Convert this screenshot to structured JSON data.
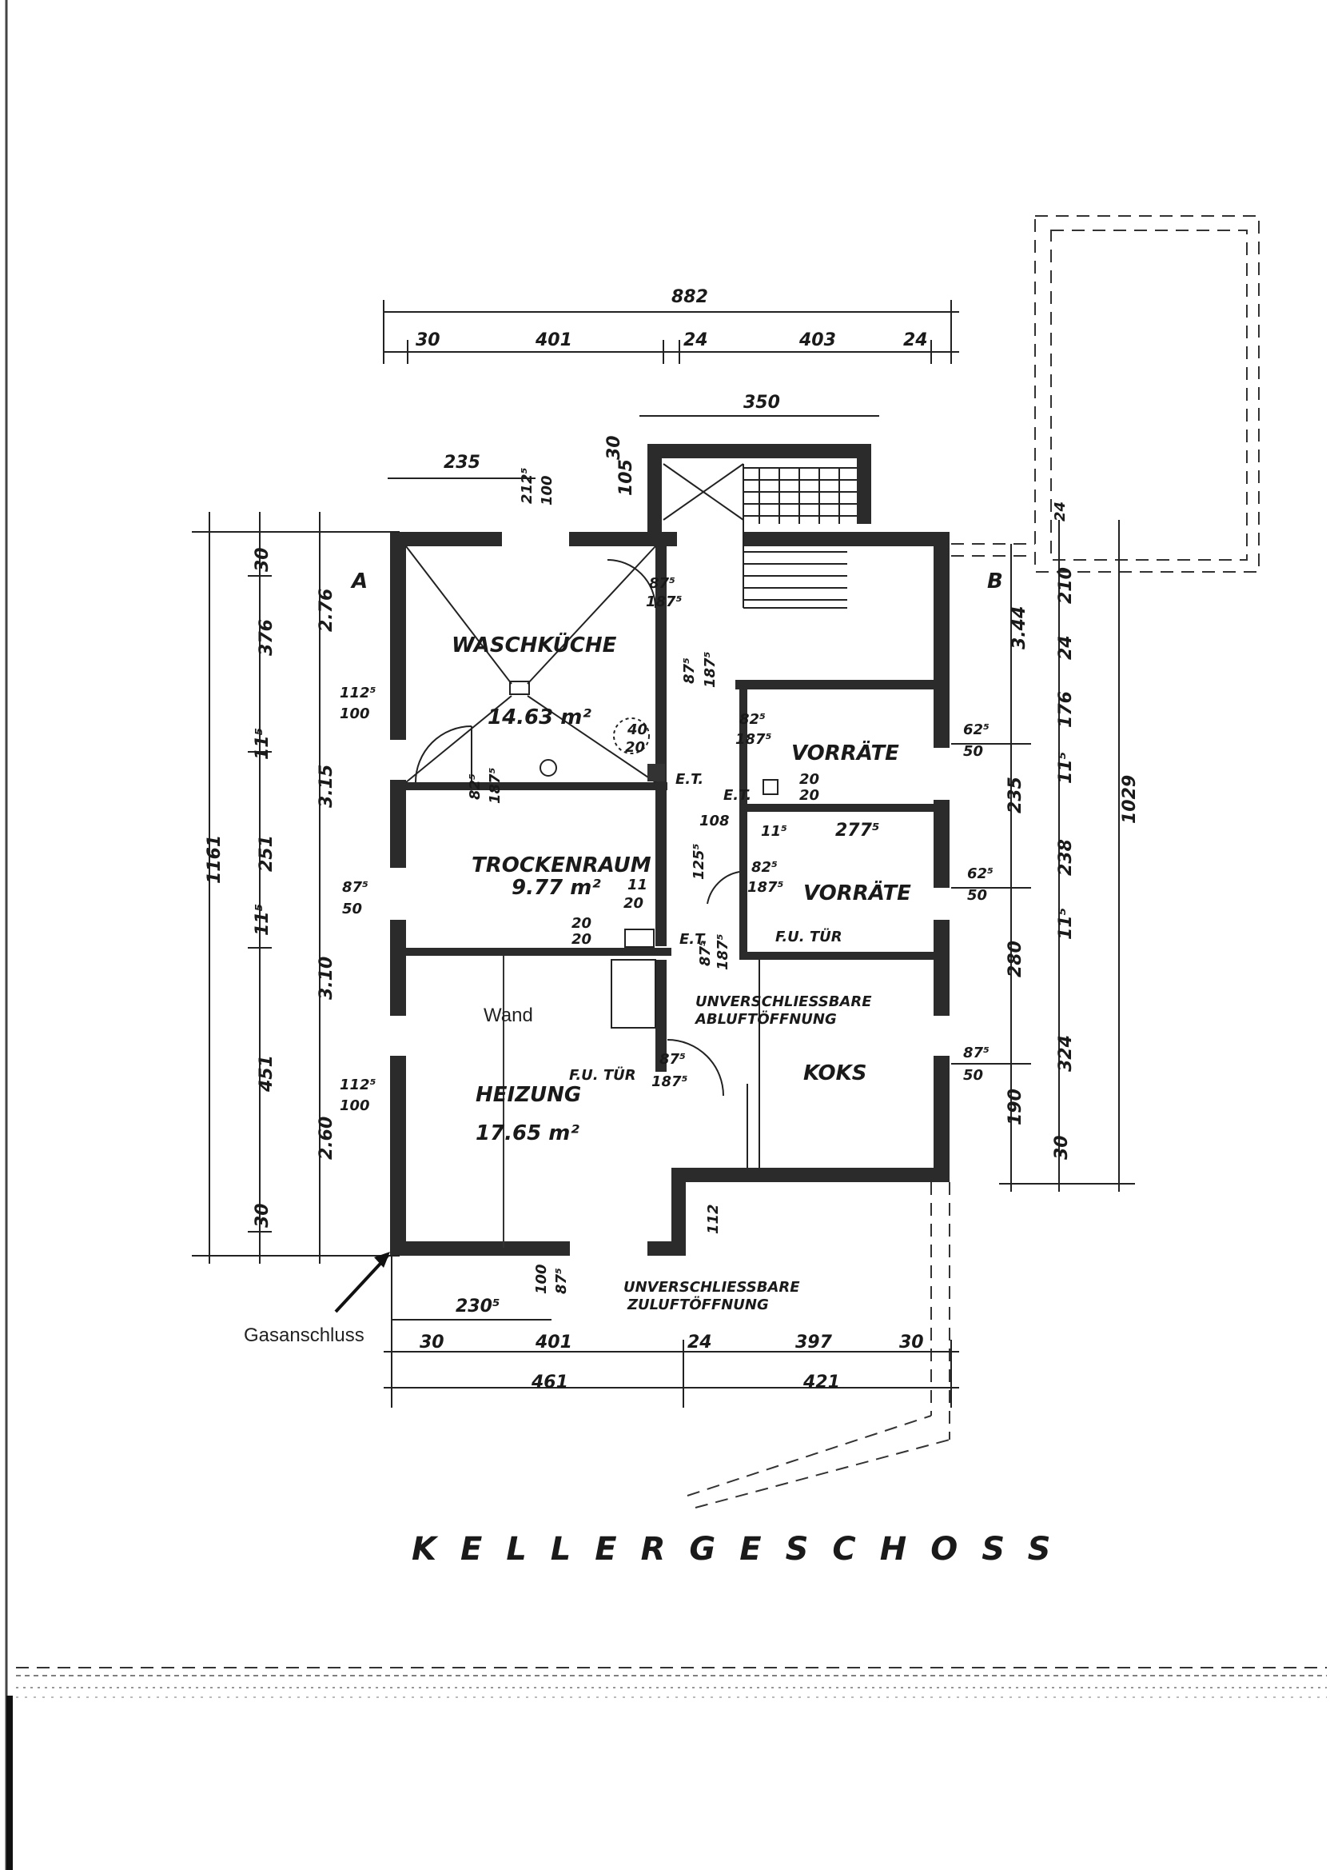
{
  "title": "KELLERGESCHOSS",
  "annotations": {
    "wand": "Wand",
    "gas": "Gasanschluss"
  },
  "axes": {
    "a": "A",
    "b": "B"
  },
  "rooms": {
    "waschkueche": {
      "name": "WASCHKÜCHE",
      "area": "14.63 m²"
    },
    "trockenraum": {
      "name": "TROCKENRAUM",
      "area": "9.77 m²"
    },
    "heizung": {
      "name": "HEIZUNG",
      "area": "17.65 m²"
    },
    "vorraete1": {
      "name": "VORRÄTE"
    },
    "vorraete2": {
      "name": "VORRÄTE"
    },
    "koks": {
      "name": "KOKS"
    }
  },
  "notes": {
    "fu_tuer_1": "F.U. TÜR",
    "fu_tuer_2": "F.U. TÜR",
    "abluft_1": "UNVERSCHLIESSBARE",
    "abluft_2": "ABLUFTÖFFNUNG",
    "zuluft_1": "UNVERSCHLIESSBARE",
    "zuluft_2": "ZULUFTÖFFNUNG",
    "et_1": "E.T.",
    "et_2": "E.T.",
    "et_3": "E.T."
  },
  "dims": {
    "top_total": "882",
    "top_30": "30",
    "top_401": "401",
    "top_24a": "24",
    "top_403": "403",
    "top_24b": "24",
    "stair_350": "350",
    "stair_30": "30",
    "stair_105": "105",
    "d_235": "235",
    "win_top_a": "212⁵",
    "win_top_b": "100",
    "left_1161": "1161",
    "left_30a": "30",
    "left_376": "376",
    "left_115a": "11⁵",
    "left_251": "251",
    "left_115b": "11⁵",
    "left_451": "451",
    "left_30b": "30",
    "in_276": "2.76",
    "in_315": "3.15",
    "in_310": "3.10",
    "in_260": "2.60",
    "win_l1a": "112⁵",
    "win_l1b": "100",
    "win_l2a": "87⁵",
    "win_l2b": "50",
    "win_l3a": "112⁵",
    "win_l3b": "100",
    "door_1a": "87⁵",
    "door_1b": "187⁵",
    "door_2a": "87⁵",
    "door_2b": "187⁵",
    "door_3a": "82⁵",
    "door_3b": "187⁵",
    "door_4a": "82⁵",
    "door_4b": "187⁵",
    "door_5a": "82⁵",
    "door_5b": "187⁵",
    "door_6a": "87⁵",
    "door_6b": "187⁵",
    "door_7a": "87⁵",
    "door_7b": "187⁵",
    "vent_1a": "40",
    "vent_1b": "20",
    "vent_2a": "20",
    "vent_2b": "20",
    "vent_3a": "11",
    "vent_3b": "20",
    "vent_4a": "20",
    "vent_4b": "20",
    "mid_108": "108",
    "mid_115": "11⁵",
    "mid_2775": "277⁵",
    "mid_1255": "125⁵",
    "r_344": "3.44",
    "r_210": "210",
    "r_24": "24",
    "r_176": "176",
    "r_115a": "11⁵",
    "r_235": "235",
    "r_238": "238",
    "r_115b": "11⁵",
    "r_280": "280",
    "r_190": "190",
    "r_324": "324",
    "r_30": "30",
    "r_1029": "1029",
    "r_win1a": "62⁵",
    "r_win1b": "50",
    "r_win2a": "62⁵",
    "r_win2b": "50",
    "r_win3a": "87⁵",
    "r_win3b": "50",
    "r_24t": "24",
    "b_112": "112",
    "b_2305": "230⁵",
    "b_100": "100",
    "b_875": "87⁵",
    "bot_30a": "30",
    "bot_401": "401",
    "bot_24": "24",
    "bot_397": "397",
    "bot_30b": "30",
    "bot_461": "461",
    "bot_421": "421"
  }
}
